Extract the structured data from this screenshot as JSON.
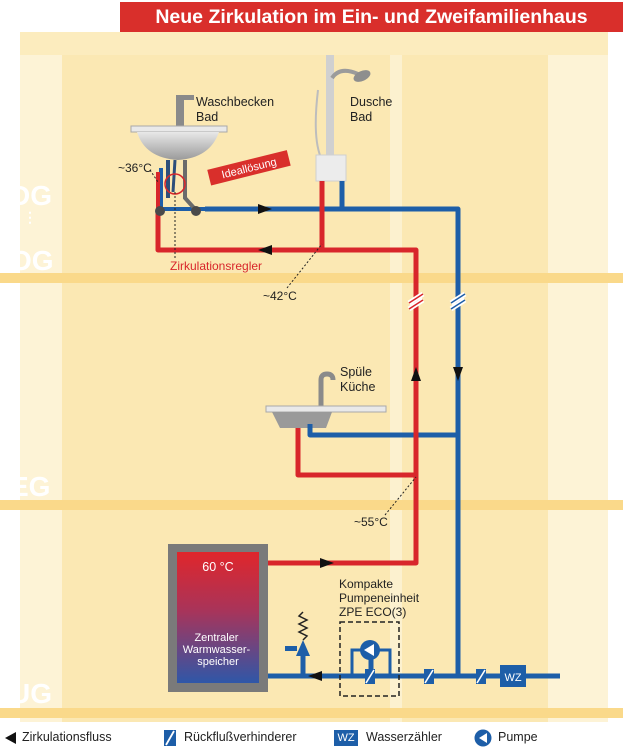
{
  "title": "Neue Zirkulation im Ein- und Zweifamilienhaus",
  "floors": {
    "dg": "DG",
    "og": "OG",
    "eg": "EG",
    "ug": "UG"
  },
  "fixtures": {
    "sink_bath_line1": "Waschbecken",
    "sink_bath_line2": "Bad",
    "shower_line1": "Dusche",
    "shower_line2": "Bad",
    "kitchen_line1": "Spüle",
    "kitchen_line2": "Küche"
  },
  "labels": {
    "ideal": "Ideallösung",
    "regulator": "Zirkulationsregler",
    "temp_sink": "~36°C",
    "temp_og": "~42°C",
    "temp_eg": "~55°C",
    "tank_temp": "60 °C",
    "tank_line1": "Zentraler",
    "tank_line2": "Warmwasser-",
    "tank_line3": "speicher",
    "pump_unit_line1": "Kompakte",
    "pump_unit_line2": "Pumpeneinheit",
    "pump_unit_line3": "ZPE ECO(3)",
    "wz": "WZ"
  },
  "legend": {
    "flow": "Zirkulationsfluss",
    "check_valve": "Rückflußverhinderer",
    "meter_badge": "WZ",
    "meter": "Wasserzähler",
    "pump": "Pumpe"
  },
  "colors": {
    "hot": "#d8262b",
    "cold": "#1d5ea8",
    "floor_band": "#fbe9b8",
    "title_bg": "#d92f2b"
  }
}
